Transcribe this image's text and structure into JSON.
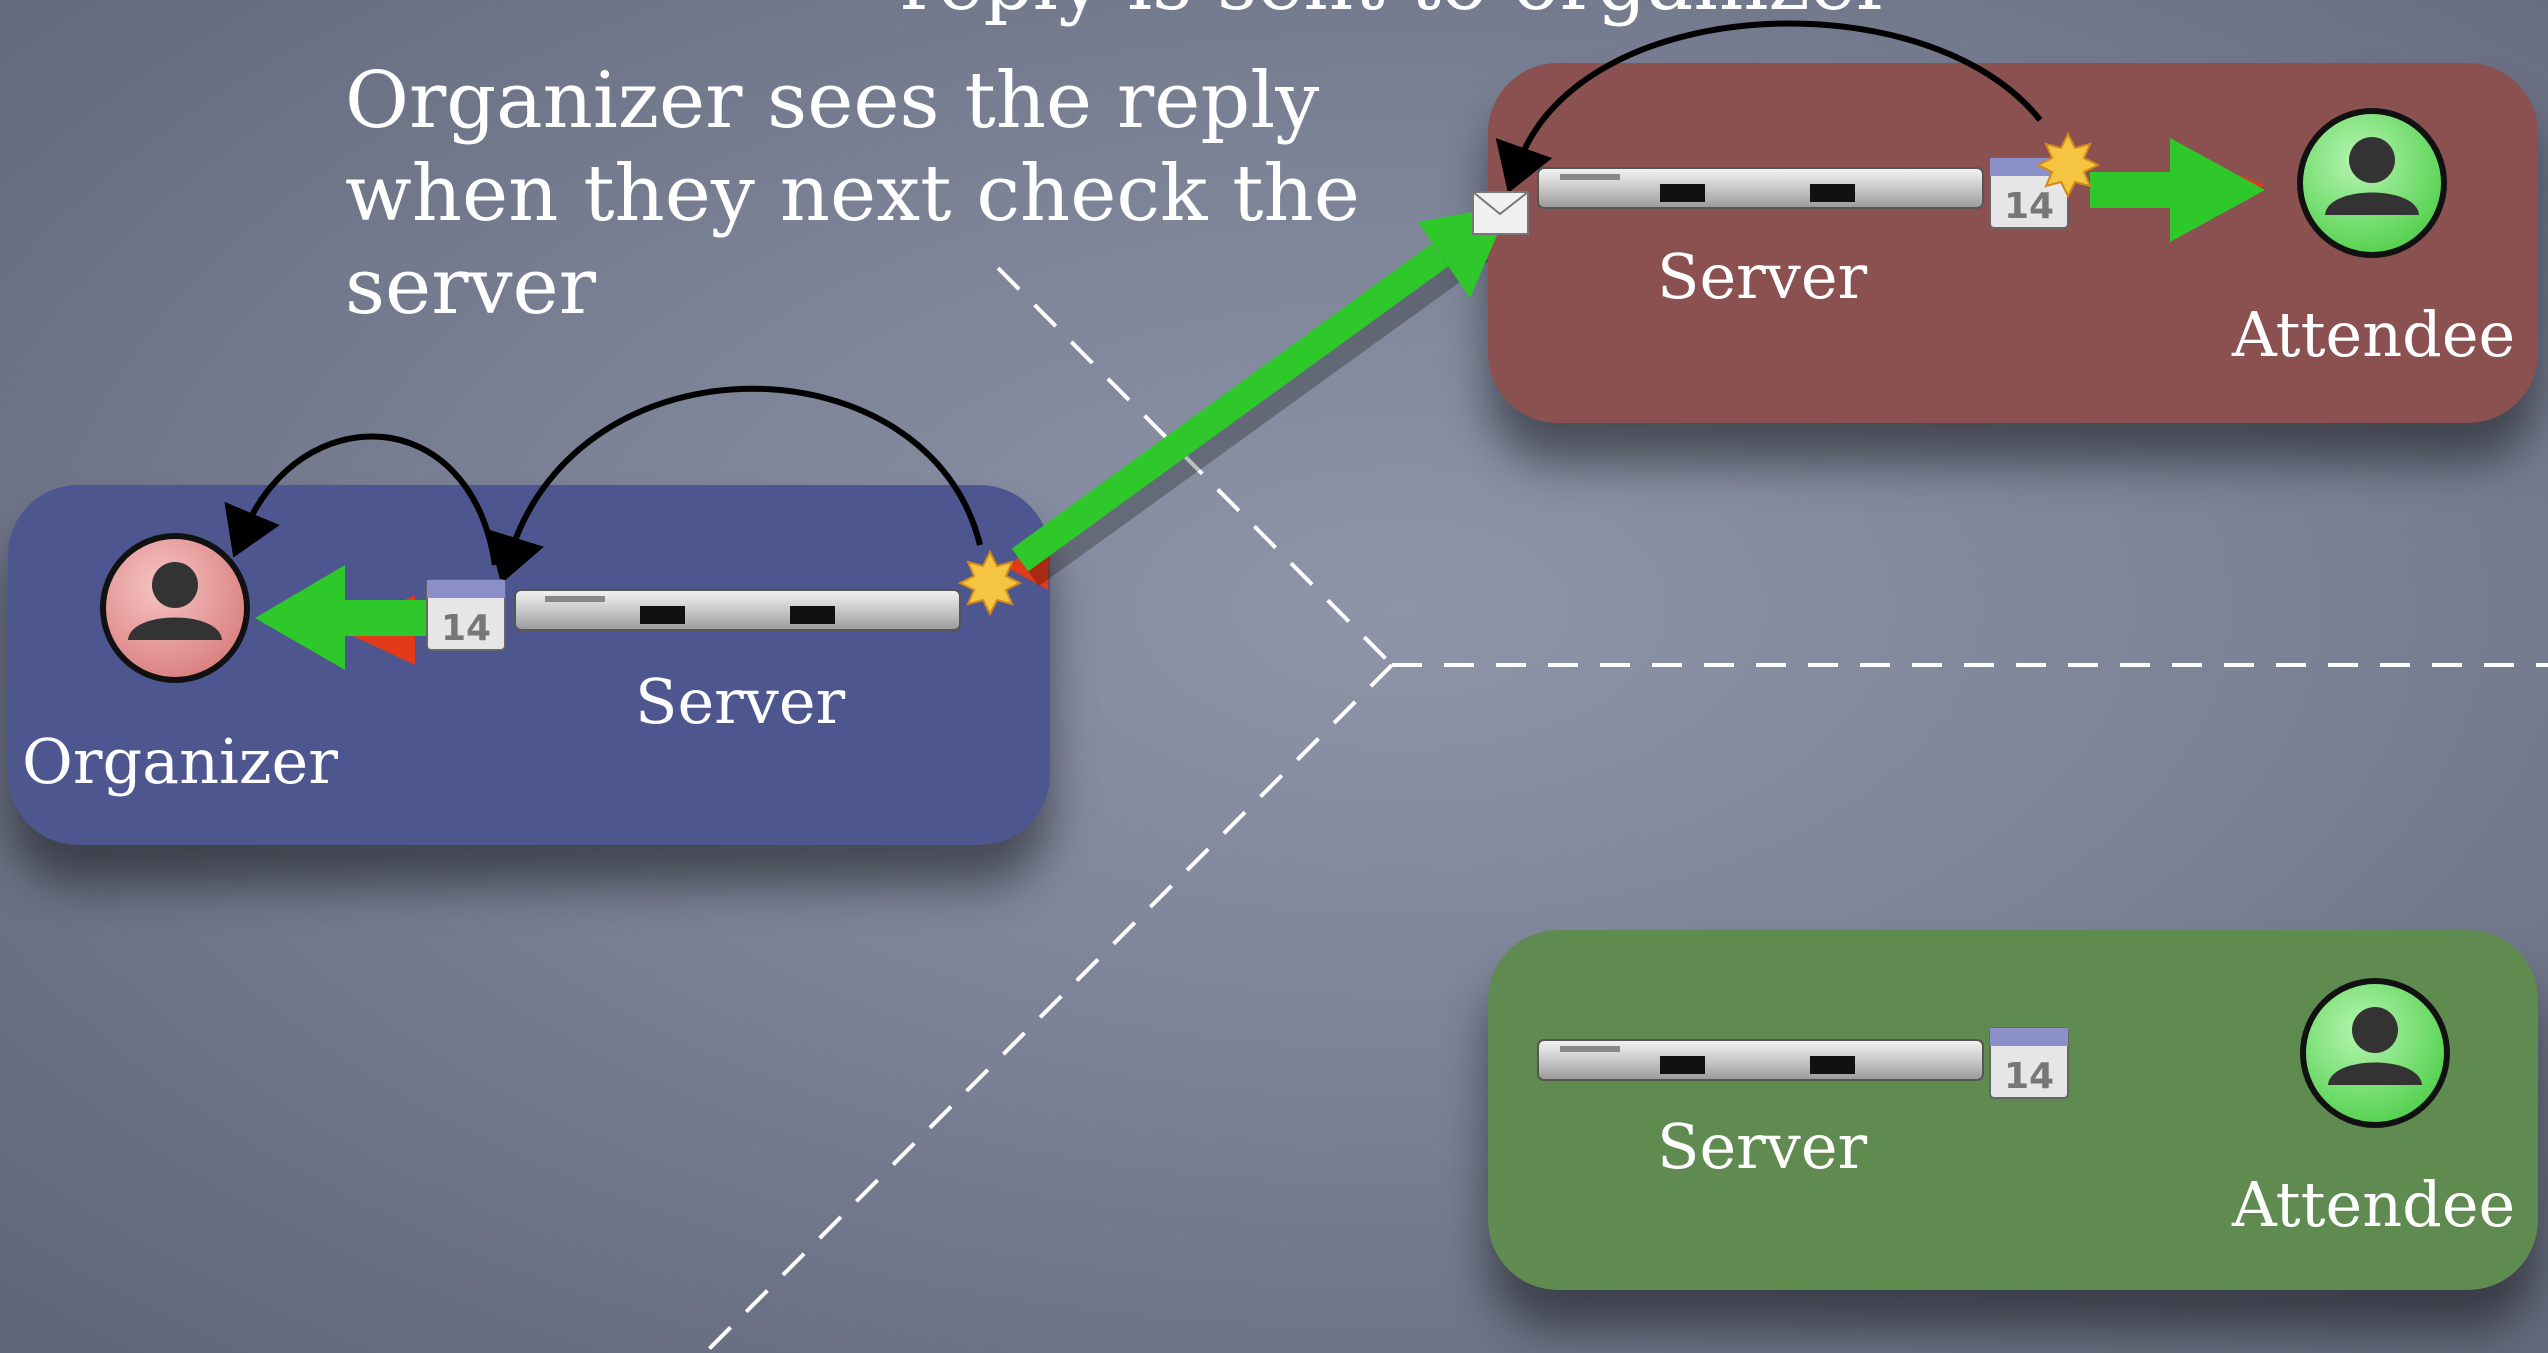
{
  "caption": "Organizer sees the reply when they next check the server",
  "top_text_partial": "reply is sent to organizer",
  "organizer_group": {
    "person_label": "Organizer",
    "server_label": "Server",
    "calendar_day": "14"
  },
  "attendee_group_1": {
    "person_label": "Attendee",
    "server_label": "Server",
    "calendar_day": "14"
  },
  "attendee_group_2": {
    "person_label": "Attendee",
    "server_label": "Server",
    "calendar_day": "14"
  },
  "colors": {
    "organizer_panel": "#4e5690",
    "attendee_panel_1": "#8a5150",
    "attendee_panel_2": "#5f8a50",
    "transfer_arrow": "#2ec82a",
    "organizer_avatar": "#e79a9a",
    "attendee_avatar": "#7fe07c"
  }
}
